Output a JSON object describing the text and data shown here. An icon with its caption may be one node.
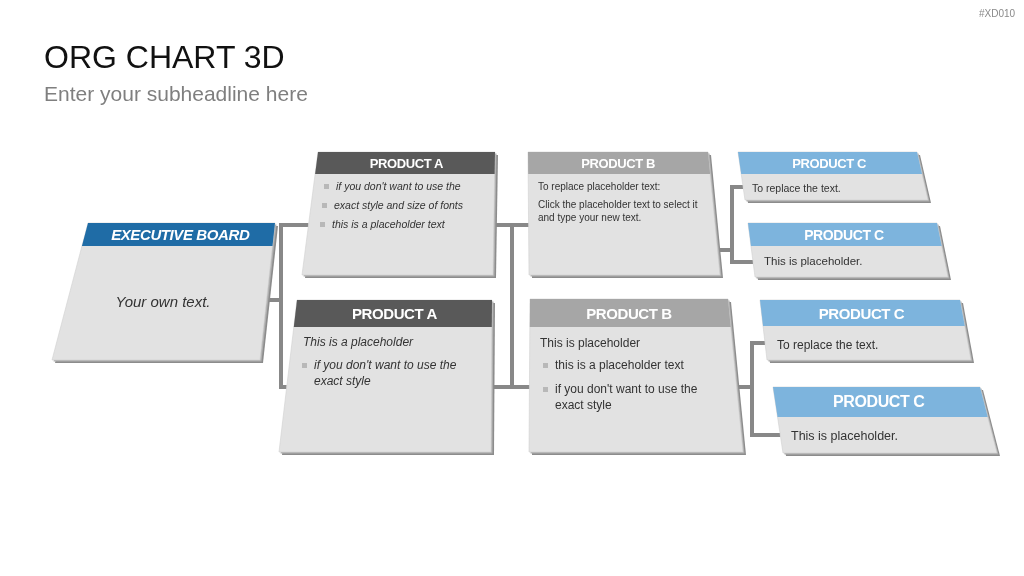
{
  "diagram": {
    "title": "ORG CHART 3D",
    "nodes": [
      {
        "text": [
          "EXECUTIVE BOARD",
          "Your own text."
        ]
      },
      {
        "text": [
          "PRODUCT A",
          "if you don't want to use the",
          "exact style and size of fonts",
          "this is a placeholder text"
        ]
      },
      {
        "text": [
          "PRODUCT A",
          "This is a placeholder",
          "if you don't want to use the exact style"
        ]
      },
      {
        "text": [
          "PRODUCT B",
          "To replace placeholder text:",
          "Click the placeholder text to select it and type your new text."
        ]
      },
      {
        "text": [
          "PRODUCT B",
          "This is placeholder",
          "this is a placeholder text",
          "if you don't want to use the exact style"
        ]
      },
      {
        "text": [
          "PRODUCT C",
          "To replace the text."
        ]
      },
      {
        "text": [
          "PRODUCT C",
          "This is placeholder."
        ]
      },
      {
        "text": [
          "PRODUCT C",
          "To replace the text."
        ]
      },
      {
        "text": [
          "PRODUCT C",
          "This is placeholder."
        ]
      }
    ],
    "edges": [
      {
        "from": 0,
        "to": 1,
        "arrow": "none"
      },
      {
        "from": 0,
        "to": 2,
        "arrow": "none"
      },
      {
        "from": 1,
        "to": 3,
        "arrow": "none"
      },
      {
        "from": 2,
        "to": 4,
        "arrow": "none"
      },
      {
        "from": 1,
        "to": 4,
        "arrow": "none"
      },
      {
        "from": 2,
        "to": 3,
        "arrow": "none"
      },
      {
        "from": 3,
        "to": 5,
        "arrow": "none"
      },
      {
        "from": 3,
        "to": 6,
        "arrow": "none"
      },
      {
        "from": 4,
        "to": 7,
        "arrow": "none"
      },
      {
        "from": 4,
        "to": 8,
        "arrow": "none"
      }
    ],
    "labels": [
      "#XD010",
      "Enter your subheadline here"
    ]
  }
}
